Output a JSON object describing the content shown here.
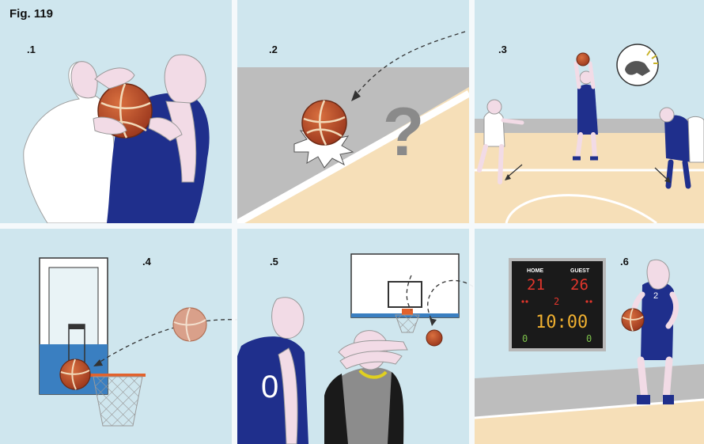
{
  "figure": {
    "label": "Fig. 119",
    "panels": [
      {
        "number": ".1"
      },
      {
        "number": ".2",
        "symbol": "?"
      },
      {
        "number": ".3"
      },
      {
        "number": ".4"
      },
      {
        "number": ".5",
        "jersey_number": "0"
      },
      {
        "number": ".6",
        "jersey_number": "2"
      }
    ],
    "scoreboard": {
      "home_label": "HOME",
      "guest_label": "GUEST",
      "home_score": "21",
      "guest_score": "26",
      "period": "2",
      "clock": "10:00",
      "home_fouls": "0",
      "guest_fouls": "0"
    }
  },
  "colors": {
    "sky": "#cfe6ee",
    "court": "#f6dfb8",
    "wall": "#bdbdbd",
    "team_blue": "#1f2f8c",
    "ball": "#b8482a",
    "skin": "#f2dbe6",
    "backboard_blue": "#3a7fc1",
    "rim": "#e2622c"
  }
}
